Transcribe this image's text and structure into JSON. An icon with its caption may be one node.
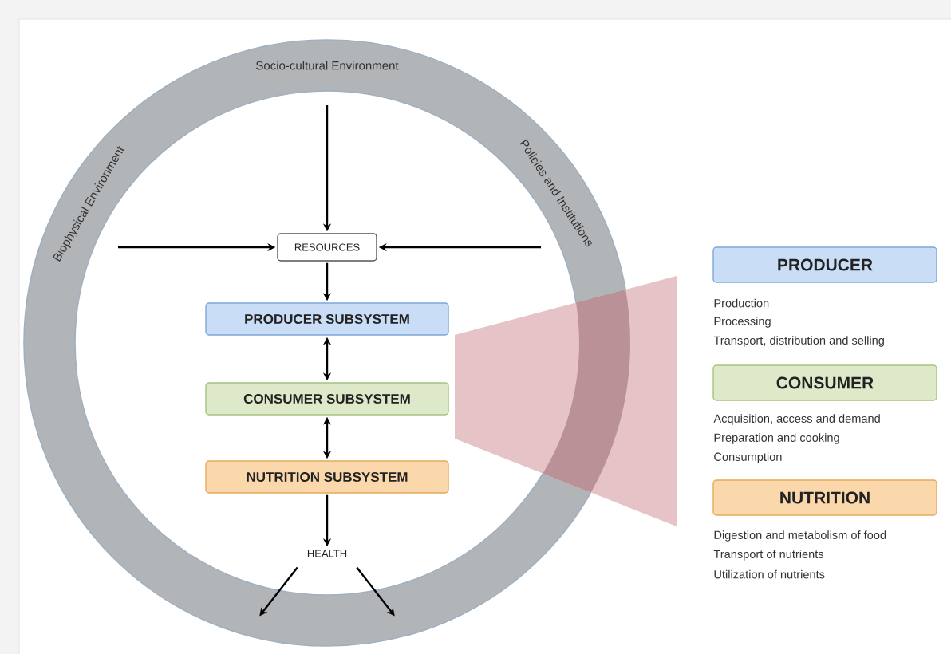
{
  "diagram": {
    "nodes": [
      {
        "text": [
          "Socio-cultural Environment",
          "Biophysical Environment",
          "Policies and Institutions"
        ]
      },
      {
        "text": [
          "RESOURCES"
        ],
        "in": 0
      },
      {
        "text": [
          "PRODUCER SUBSYSTEM"
        ],
        "in": 0
      },
      {
        "text": [
          "CONSUMER SUBSYSTEM"
        ],
        "in": 0
      },
      {
        "text": [
          "NUTRITION SUBSYSTEM"
        ],
        "in": 0
      },
      {
        "text": [
          "HEALTH"
        ],
        "in": 0
      },
      {
        "text": [
          "PRODUCER"
        ],
        "beside": [
          "Production",
          "Processing",
          "Transport, distribution and selling"
        ]
      },
      {
        "text": [
          "CONSUMER"
        ],
        "beside": [
          "Acquisition, access and demand",
          "Preparation and cooking",
          "Consumption"
        ]
      },
      {
        "text": [
          "NUTRITION"
        ],
        "beside": [
          "Digestion and metabolism of food",
          "Transport of nutrients",
          "Utilization of nutrients"
        ]
      }
    ],
    "edges": [
      {
        "from": 0,
        "to": 1,
        "arrow": "to"
      },
      {
        "from": 0,
        "to": 1,
        "arrow": "to"
      },
      {
        "from": 0,
        "to": 1,
        "arrow": "to"
      },
      {
        "from": 1,
        "to": 2,
        "arrow": "to"
      },
      {
        "from": 2,
        "to": 3,
        "arrow": "both"
      },
      {
        "from": 3,
        "to": 4,
        "arrow": "both"
      },
      {
        "from": 4,
        "to": 5,
        "arrow": "to"
      },
      {
        "from": 5,
        "to": 0,
        "arrow": "to"
      },
      {
        "from": 5,
        "to": 0,
        "arrow": "to"
      }
    ]
  }
}
